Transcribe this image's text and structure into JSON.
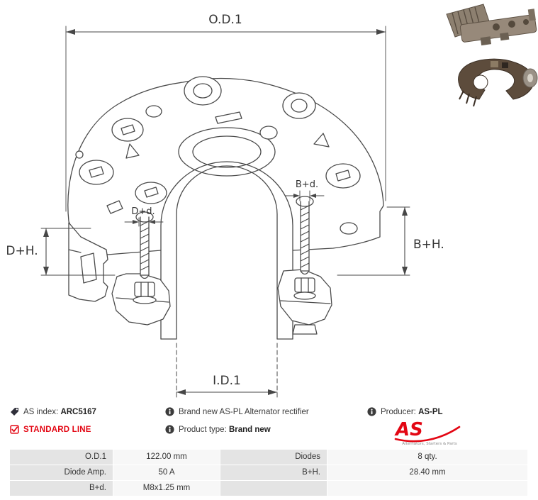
{
  "drawing": {
    "labels": {
      "od1": "O.D.1",
      "dh": "D+H.",
      "bh": "B+H.",
      "dd": "D+d.",
      "bd": "B+d.",
      "id1": "I.D.1"
    }
  },
  "meta": {
    "as_index": {
      "label": "AS index:",
      "value": "ARC5167"
    },
    "standard_line": "STANDARD LINE",
    "description": "Brand new AS-PL Alternator rectifier",
    "product_type": {
      "label": "Product type:",
      "value": "Brand new"
    },
    "producer": {
      "label": "Producer:",
      "value": "AS-PL"
    },
    "logo": {
      "text": "AS",
      "tagline": "Alternators, Starters & Parts"
    }
  },
  "colors": {
    "accent_red": "#e30613",
    "drawing_line": "#4a4a4a",
    "table_label_bg": "#e4e4e4",
    "table_value_bg": "#f7f7f7"
  },
  "spec_table": {
    "rows": [
      {
        "label1": "O.D.1",
        "value1": "122.00 mm",
        "label2": "Diodes",
        "value2": "8 qty."
      },
      {
        "label1": "Diode Amp.",
        "value1": "50 A",
        "label2": "B+H.",
        "value2": "28.40 mm"
      },
      {
        "label1": "B+d.",
        "value1": "M8x1.25 mm",
        "label2": "",
        "value2": ""
      }
    ]
  }
}
